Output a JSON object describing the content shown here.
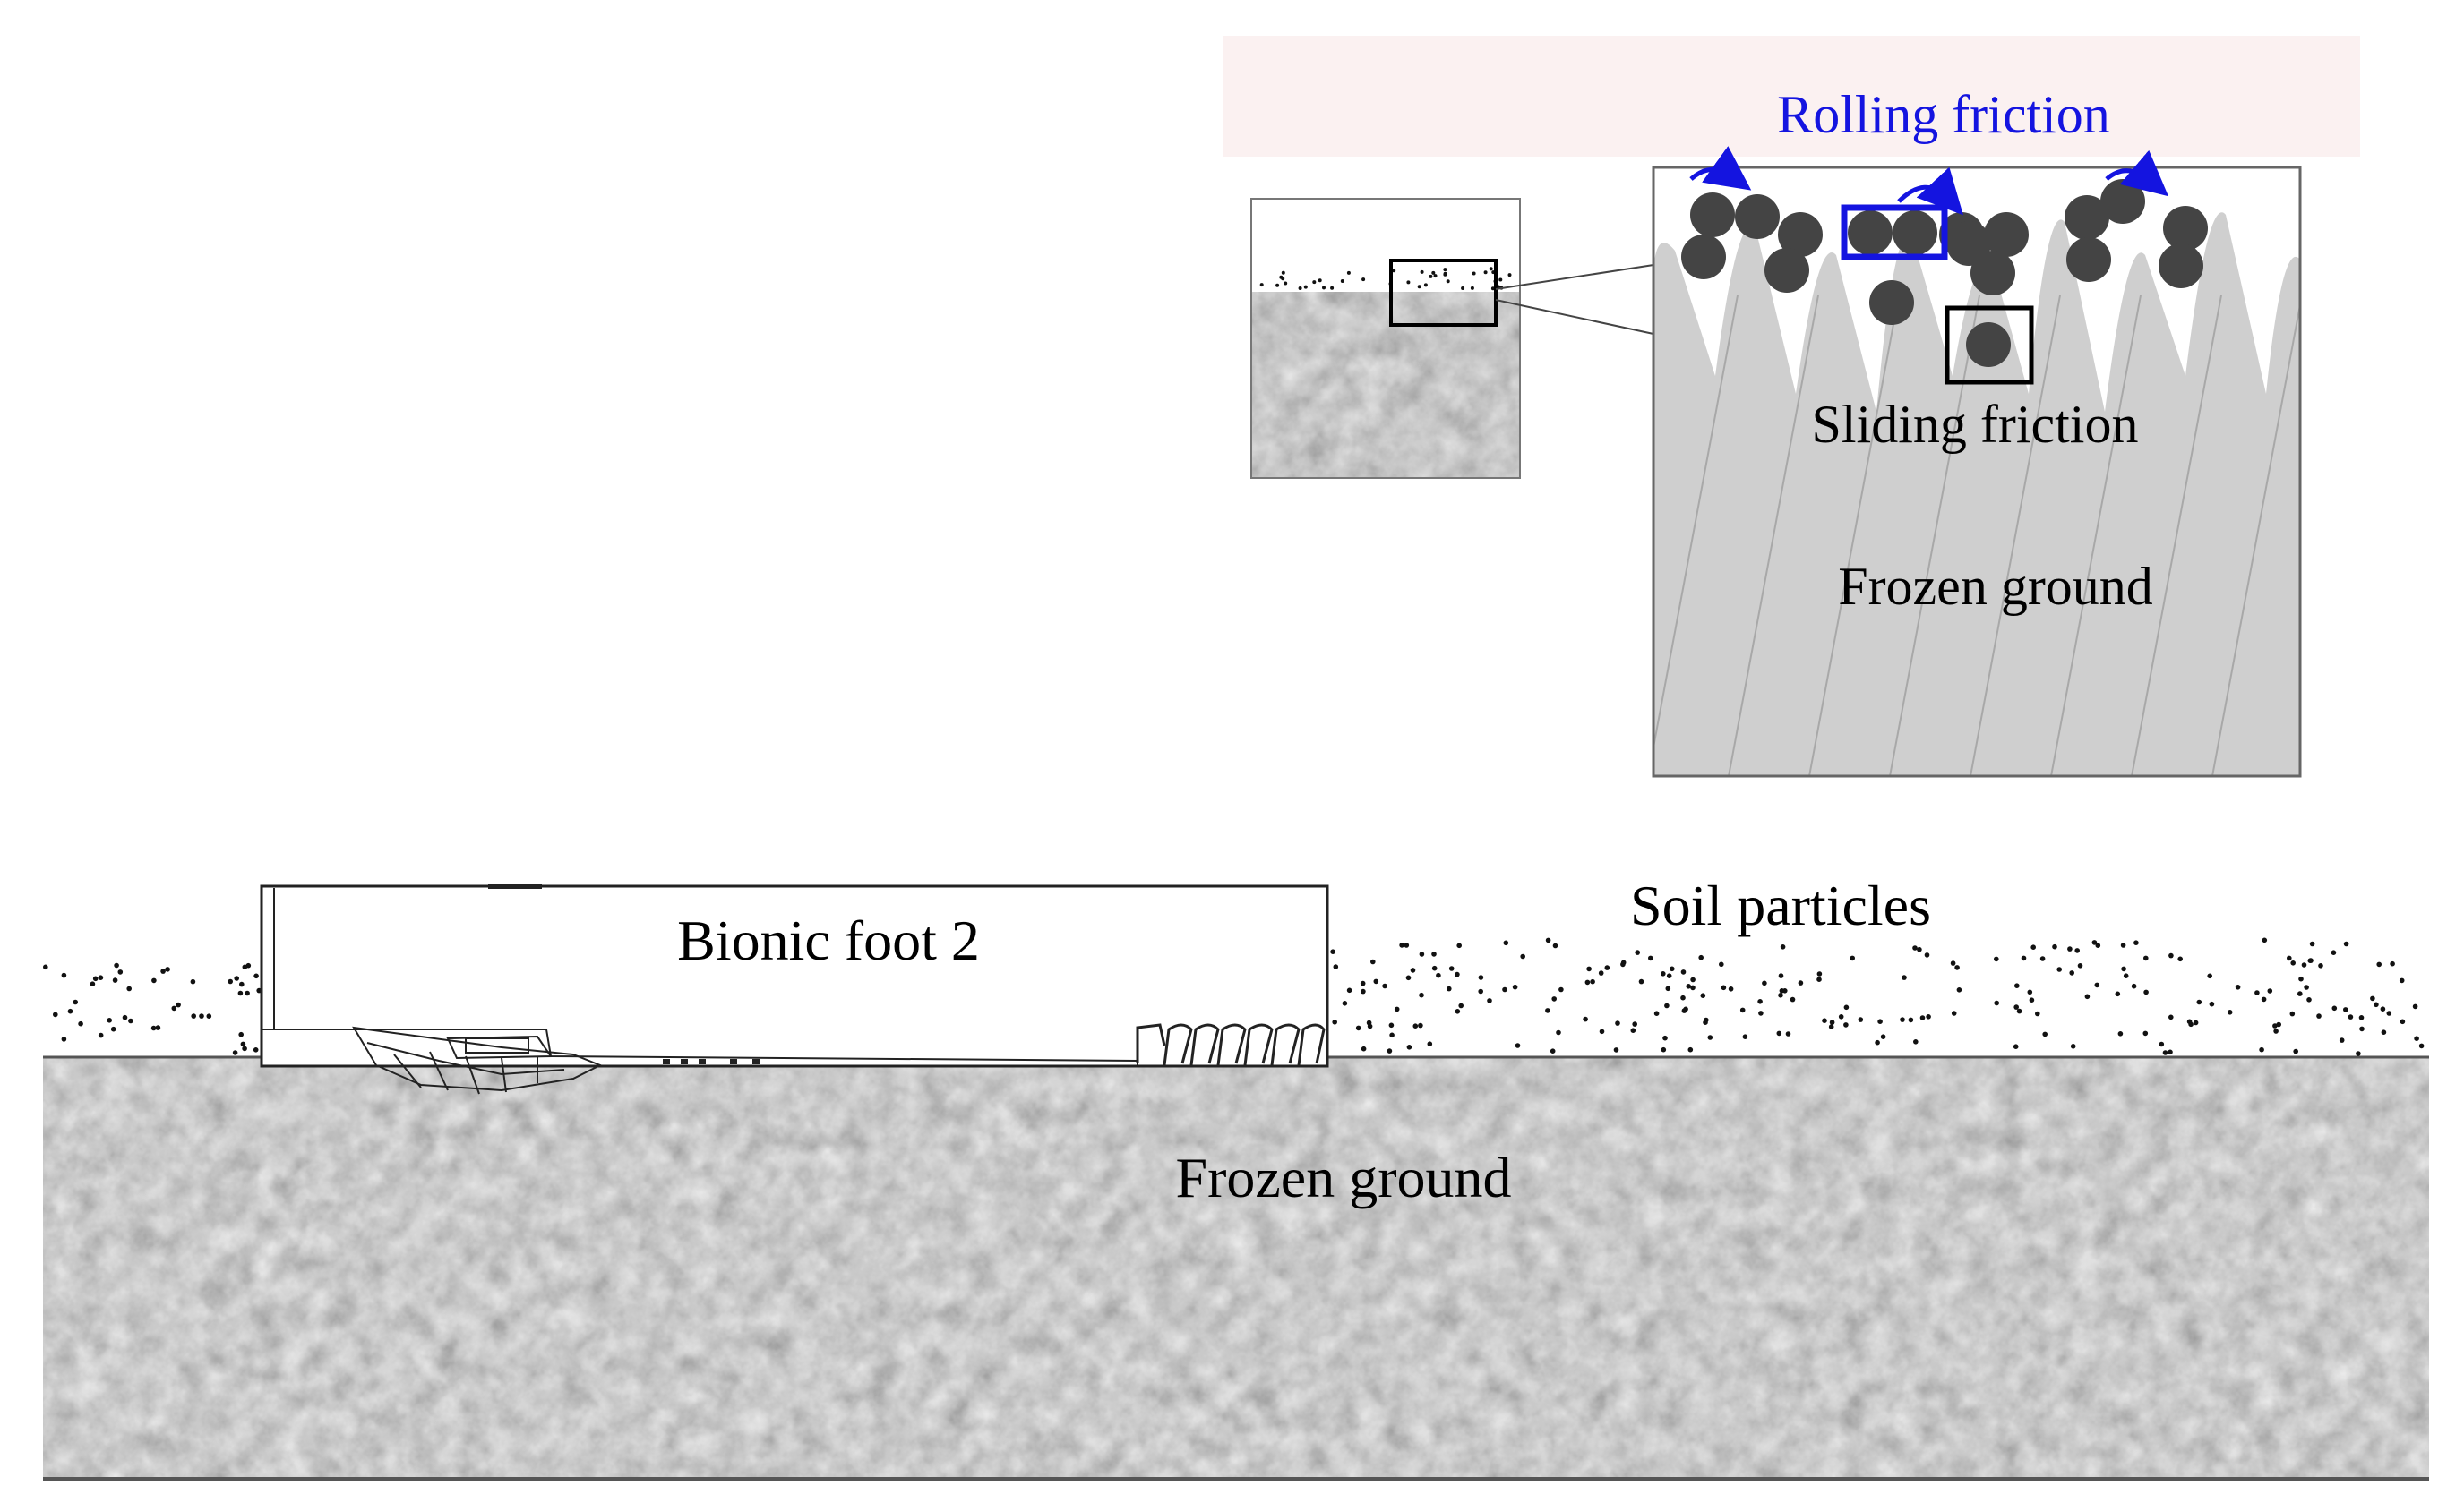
{
  "labels": {
    "rolling_friction": "Rolling friction",
    "sliding_friction": "Sliding friction",
    "inset_frozen_ground": "Frozen ground",
    "bionic_foot": "Bionic foot 2",
    "soil_particles": "Soil particles",
    "main_frozen_ground": "Frozen ground"
  },
  "colors": {
    "rolling_highlight": "#1414e0",
    "sliding_highlight": "#000000",
    "particle": "#444444",
    "ice_texture": "#cfcfcf",
    "ground_base": "#9a9a9a",
    "inset_background": "#fbf1f1"
  }
}
